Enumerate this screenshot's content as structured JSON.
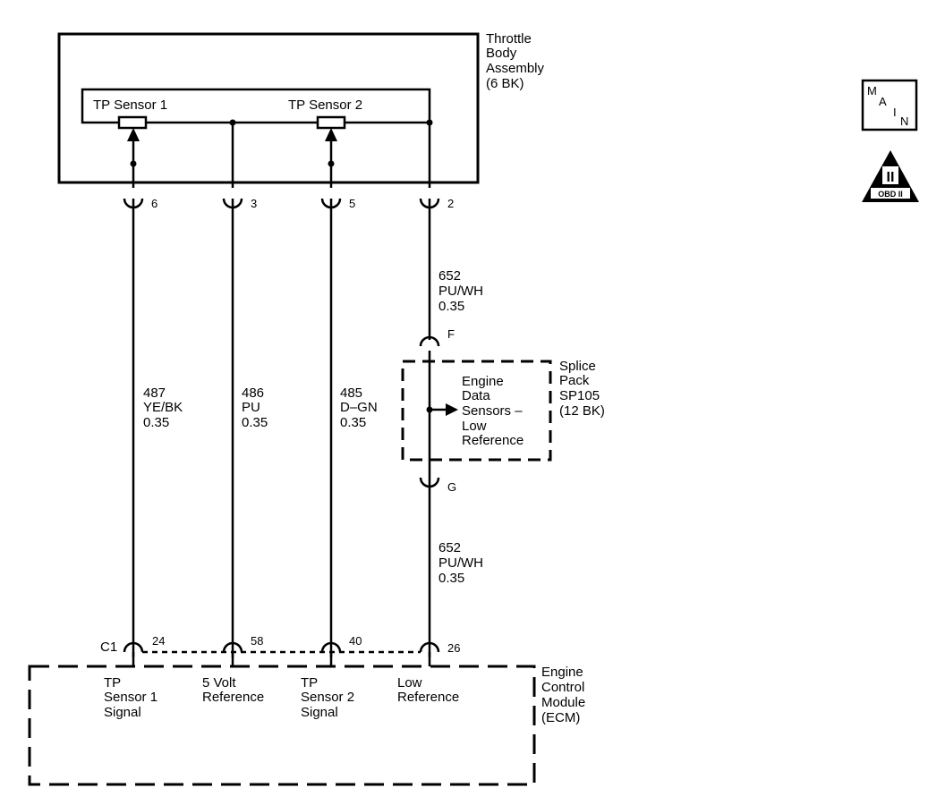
{
  "throttle_body": {
    "title_lines": [
      "Throttle",
      "Body",
      "Assembly",
      "(6 BK)"
    ],
    "sensor1_label": "TP Sensor 1",
    "sensor2_label": "TP Sensor 2"
  },
  "pins_top": [
    "6",
    "3",
    "5",
    "2"
  ],
  "wires": [
    {
      "circuit": "487",
      "color": "YE/BK",
      "gauge": "0.35"
    },
    {
      "circuit": "486",
      "color": "PU",
      "gauge": "0.35"
    },
    {
      "circuit": "485",
      "color": "D–GN",
      "gauge": "0.35"
    },
    {
      "circuit": "652",
      "color": "PU/WH",
      "gauge": "0.35"
    },
    {
      "circuit": "652",
      "color": "PU/WH",
      "gauge": "0.35"
    }
  ],
  "splice_pack": {
    "title_lines": [
      "Splice",
      "Pack",
      "SP105",
      "(12 BK)"
    ],
    "inner_lines": [
      "Engine",
      "Data",
      "Sensors –",
      "Low",
      "Reference"
    ],
    "pin_top": "F",
    "pin_bottom": "G"
  },
  "ecm": {
    "connector": "C1",
    "pins": [
      "24",
      "58",
      "40",
      "26"
    ],
    "title_lines": [
      "Engine",
      "Control",
      "Module",
      "(ECM)"
    ],
    "terminals": [
      [
        "TP",
        "Sensor 1",
        "Signal"
      ],
      [
        "5 Volt",
        "Reference"
      ],
      [
        "TP",
        "Sensor 2",
        "Signal"
      ],
      [
        "Low",
        "Reference"
      ]
    ]
  },
  "badges": {
    "main": [
      "M",
      "A",
      "I",
      "N"
    ],
    "obd_numeral": "II",
    "obd_label": "OBD II"
  }
}
